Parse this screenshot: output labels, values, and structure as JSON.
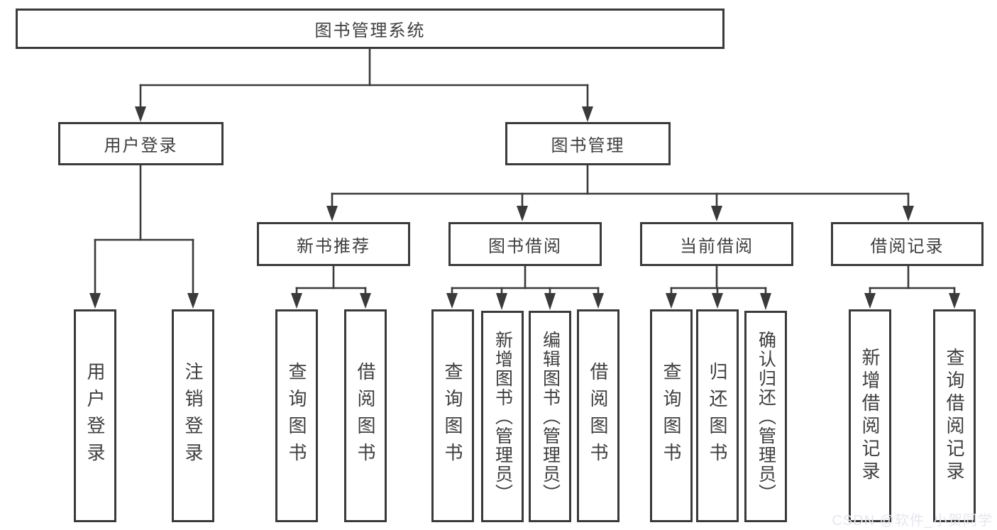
{
  "tree": {
    "label": "图书管理系统",
    "children": [
      {
        "label": "用户登录",
        "children": [
          {
            "label": "用户登录"
          },
          {
            "label": "注销登录"
          }
        ]
      },
      {
        "label": "图书管理",
        "children": [
          {
            "label": "新书推荐",
            "children": [
              {
                "label": "查询图书"
              },
              {
                "label": "借阅图书"
              }
            ]
          },
          {
            "label": "图书借阅",
            "children": [
              {
                "label": "查询图书"
              },
              {
                "label": "新增图书（管理员）"
              },
              {
                "label": "编辑图书（管理员）"
              },
              {
                "label": "借阅图书"
              }
            ]
          },
          {
            "label": "当前借阅",
            "children": [
              {
                "label": "查询图书"
              },
              {
                "label": "归还图书"
              },
              {
                "label": "确认归还（管理员）"
              }
            ]
          },
          {
            "label": "借阅记录",
            "children": [
              {
                "label": "新增借阅记录"
              },
              {
                "label": "查询借阅记录"
              }
            ]
          }
        ]
      }
    ]
  },
  "watermark": {
    "text": "CSDN @软件_小贺同学"
  },
  "colors": {
    "line": "#3a3a3a",
    "text": "#3e3e3e",
    "background": "#ffffff",
    "watermark": "#e6e7ef"
  }
}
